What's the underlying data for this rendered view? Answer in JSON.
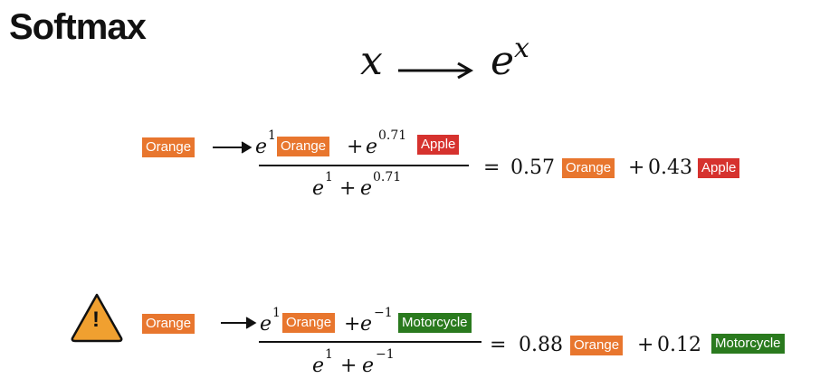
{
  "title": "Softmax",
  "mapping": {
    "lhs": "x",
    "rhs_base": "e",
    "rhs_exp": "x"
  },
  "labels": {
    "orange": "Orange",
    "apple": "Apple",
    "motorcycle": "Motorcycle"
  },
  "colors": {
    "orange": "#e8762e",
    "apple": "#d6322e",
    "motorcycle": "#2a7a1e",
    "warning": "#f0a030"
  },
  "eq1": {
    "num_exp1": "1",
    "plus": "+",
    "num_exp2": "0.71",
    "den_exp1": "1",
    "den_exp2": "0.71",
    "equals": "=",
    "coef1": "0.57",
    "plus2": "+",
    "coef2": "0.43"
  },
  "eq2": {
    "num_exp1": "1",
    "plus": "+",
    "num_exp2": "−1",
    "den_exp1": "1",
    "den_exp2": "−1",
    "equals": "=",
    "coef1": "0.88",
    "plus2": "+",
    "coef2": "0.12"
  },
  "warning": {
    "icon": "warning-triangle-icon",
    "symbol": "!"
  }
}
